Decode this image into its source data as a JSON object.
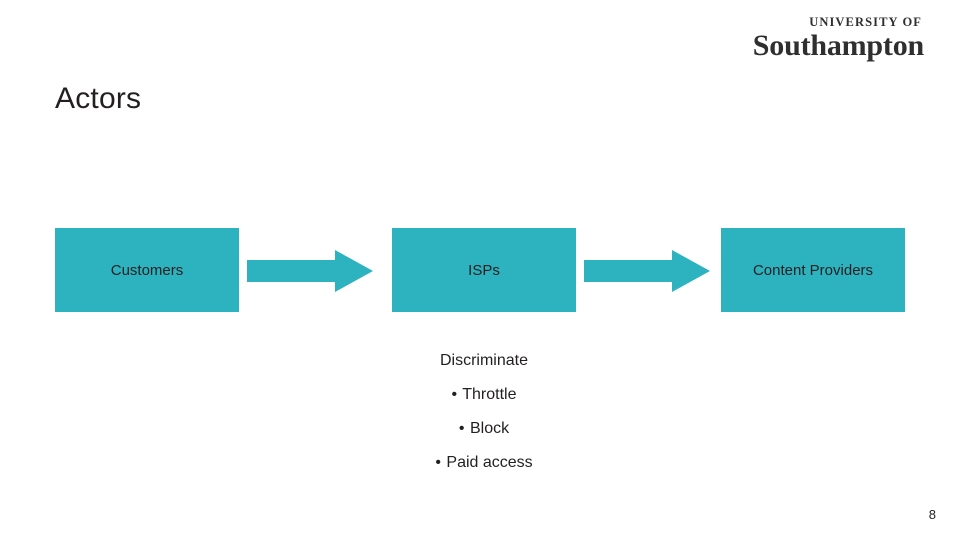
{
  "logo": {
    "line1": "UNIVERSITY OF",
    "line2": "Southampton"
  },
  "title": "Actors",
  "diagram": {
    "boxes": [
      {
        "id": "customers",
        "label": "Customers"
      },
      {
        "id": "isps",
        "label": "ISPs"
      },
      {
        "id": "content-providers",
        "label": "Content Providers"
      }
    ],
    "arrows": [
      {
        "id": "arrow-customers-to-isps",
        "name": "right-arrow-icon"
      },
      {
        "id": "arrow-isps-to-content-providers",
        "name": "right-arrow-icon"
      }
    ],
    "accent_color": "#2cb3bf"
  },
  "notes": {
    "heading": "Discriminate",
    "items": [
      {
        "bullet": "•",
        "text": "Throttle"
      },
      {
        "bullet": "•",
        "text": "Block"
      },
      {
        "bullet": "•",
        "text": "Paid access"
      }
    ]
  },
  "page_number": "8"
}
